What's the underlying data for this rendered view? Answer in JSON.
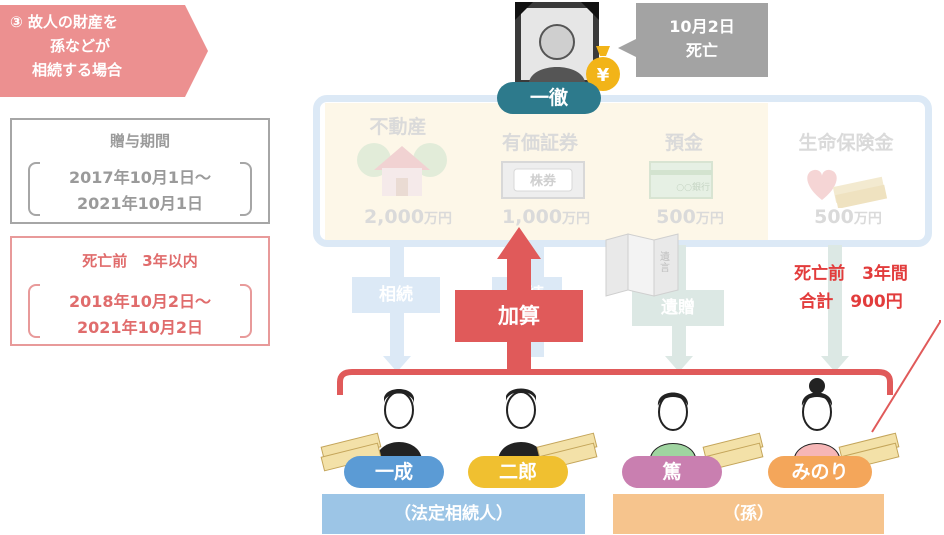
{
  "title": {
    "line1": "③ 故人の財産を",
    "line2": "孫などが",
    "line3": "相続する場合"
  },
  "gift_period": {
    "label": "贈与期間",
    "start": "2017年10月1日〜",
    "end": "2021年10月1日"
  },
  "pre_death": {
    "label": "死亡前　3年以内",
    "start": "2018年10月2日〜",
    "end": "2021年10月2日"
  },
  "deceased": {
    "name": "一徹",
    "death_note_line1": "10月2日",
    "death_note_line2": "死亡"
  },
  "assets": [
    {
      "name": "不動産",
      "value": "2,000",
      "unit": "万円"
    },
    {
      "name": "有価証券",
      "value": "1,000",
      "unit": "万円"
    },
    {
      "name": "預金",
      "value": "500",
      "unit": "万円"
    },
    {
      "name": "生命保険金",
      "value": "500",
      "unit": "万円"
    }
  ],
  "icon_labels": {
    "stock": "株券",
    "bank": "○○銀行",
    "will": "遺言"
  },
  "flows": {
    "inherit1": "相続",
    "inherit2": "相続",
    "bequest": "遺贈"
  },
  "addition_label": "加算",
  "three_year": {
    "line1": "死亡前　3年間",
    "line2": "合計　900円"
  },
  "heirs": [
    {
      "name": "一成",
      "color": "#5b9bd5"
    },
    {
      "name": "二郎",
      "color": "#f0c030"
    },
    {
      "name": "篤",
      "color": "#c97fb0"
    },
    {
      "name": "みのり",
      "color": "#f4a65a"
    }
  ],
  "groups": {
    "legal": "（法定相続人）",
    "grandchildren": "（孫）"
  },
  "colors": {
    "title_bg": "#ec9090",
    "red": "#e05a5a",
    "estate_border": "#dce9f6"
  }
}
